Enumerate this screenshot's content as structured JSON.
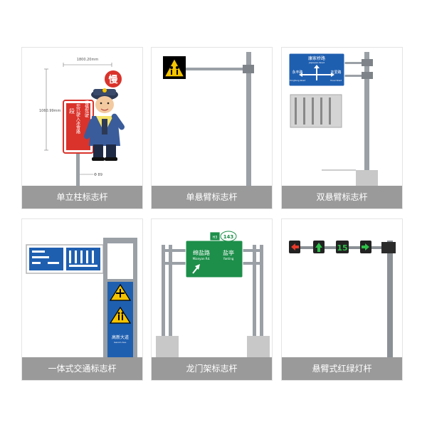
{
  "cards": [
    {
      "caption": "单立柱标志杆",
      "dim_width": "1800.20mm",
      "dim_height": "1060.99mm",
      "dim_pole": "Φ 89",
      "badge": "慢",
      "sign_lines": [
        "段",
        "谨慎驾驶",
        "您已驶入冰雪路"
      ]
    },
    {
      "caption": "单悬臂标志杆"
    },
    {
      "caption": "双悬臂标志杆",
      "sign_top": "康家桥路",
      "sign_top_pinyin": "Jiajiaqiao Road",
      "sign_left": "永丰路",
      "sign_left_pinyin": "Yongfeng Road",
      "sign_right": "友爱路",
      "sign_right_pinyin": "Youai Road"
    },
    {
      "caption": "一体式交通标志杆",
      "panel_sign": "高新大道",
      "panel_sign_pinyin": "Gaoxin Ave."
    },
    {
      "caption": "龙门架标志杆",
      "route_prefix": "H3",
      "route_number": "143",
      "sign_left": "绵盐路",
      "sign_left_pinyin": "Mianyan Rd.",
      "sign_right": "盐亭",
      "sign_right_pinyin": "Yanting"
    },
    {
      "caption": "悬臂式红绿灯杆",
      "countdown": "15"
    }
  ],
  "colors": {
    "caption_bg": "#9a9a9a",
    "sign_blue": "#1f5fb0",
    "sign_green": "#1d8f4a",
    "sign_red": "#d9332b",
    "warning_yellow": "#f5c400",
    "pole_gray": "#9aa0a6"
  }
}
